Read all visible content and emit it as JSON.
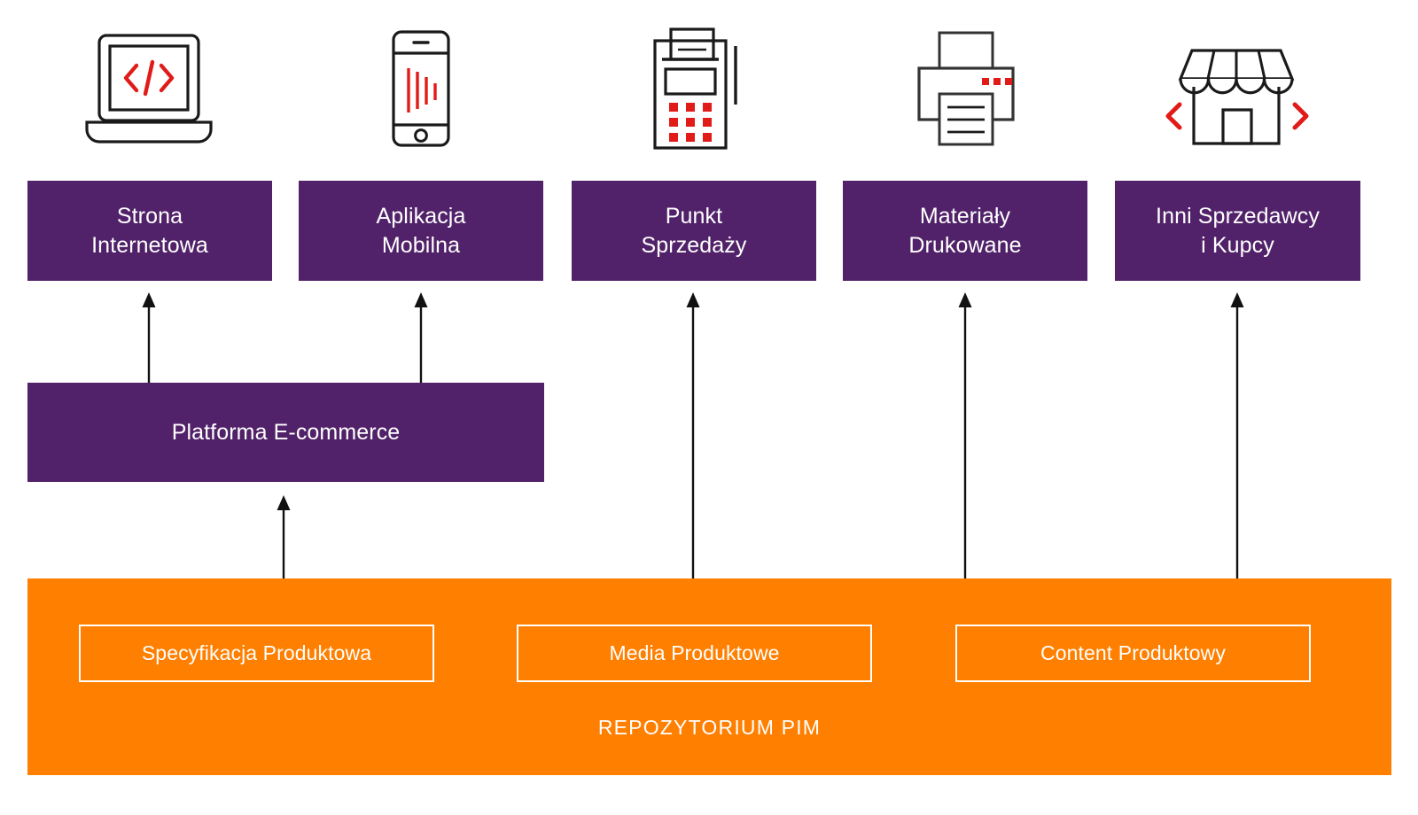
{
  "diagram": {
    "title": "REPOZYTORIUM PIM",
    "colors": {
      "purple": "#512269",
      "orange": "#FF7F00",
      "accent_red": "#E01B18",
      "outline": "#1A1A1A",
      "text_on_fill": "#FFFFFF"
    }
  },
  "channels": [
    {
      "id": "website",
      "label_line1": "Strona",
      "label_line2": "Internetowa",
      "icon": "laptop-code-icon"
    },
    {
      "id": "mobile-app",
      "label_line1": "Aplikacja",
      "label_line2": "Mobilna",
      "icon": "smartphone-bars-icon"
    },
    {
      "id": "point-of-sale",
      "label_line1": "Punkt",
      "label_line2": "Sprzedaży",
      "icon": "pos-terminal-icon"
    },
    {
      "id": "print",
      "label_line1": "Materiały",
      "label_line2": "Drukowane",
      "icon": "printer-icon"
    },
    {
      "id": "other-sellers",
      "label_line1": "Inni Sprzedawcy",
      "label_line2": "i Kupcy",
      "icon": "storefront-icon"
    }
  ],
  "platform": {
    "label": "Platforma E-commerce"
  },
  "repository": {
    "caption": "REPOZYTORIUM PIM",
    "boxes": [
      {
        "id": "product-specification",
        "label": "Specyfikacja Produktowa"
      },
      {
        "id": "product-media",
        "label": "Media Produktowe"
      },
      {
        "id": "product-content",
        "label": "Content Produktowy"
      }
    ]
  },
  "flows": [
    {
      "from": "platform",
      "to": "website",
      "direction": "up"
    },
    {
      "from": "platform",
      "to": "mobile-app",
      "direction": "up"
    },
    {
      "from": "repository",
      "to": "platform",
      "direction": "up"
    },
    {
      "from": "repository",
      "to": "point-of-sale",
      "direction": "up"
    },
    {
      "from": "repository",
      "to": "print",
      "direction": "up"
    },
    {
      "from": "repository",
      "to": "other-sellers",
      "direction": "up"
    }
  ]
}
